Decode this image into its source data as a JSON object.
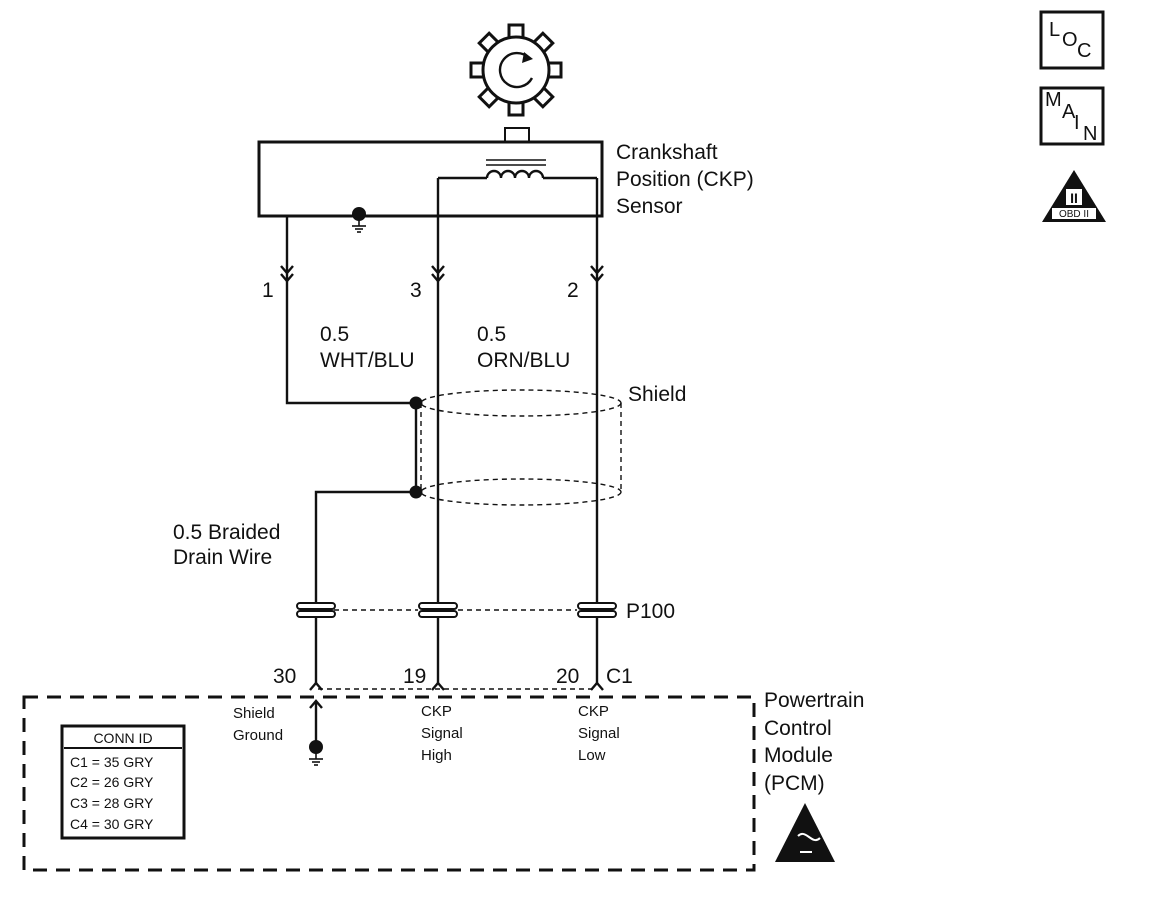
{
  "sensor": {
    "label_lines": [
      "Crankshaft",
      "Position (CKP)",
      "Sensor"
    ]
  },
  "sensor_pins": [
    {
      "number": "1"
    },
    {
      "number": "3"
    },
    {
      "number": "2"
    }
  ],
  "wires": [
    {
      "gauge": "0.5",
      "color": "WHT/BLU"
    },
    {
      "gauge": "0.5",
      "color": "ORN/BLU"
    }
  ],
  "shield": {
    "label": "Shield"
  },
  "drain_wire": {
    "label_lines": [
      "0.5 Braided",
      "Drain Wire"
    ]
  },
  "inline_connector": {
    "label": "P100"
  },
  "pcm": {
    "label_lines": [
      "Powertrain",
      "Control",
      "Module",
      "(PCM)"
    ],
    "connector_label": "C1",
    "pins": [
      {
        "number": "30",
        "desc_lines": [
          "Shield",
          "Ground"
        ]
      },
      {
        "number": "19",
        "desc_lines": [
          "CKP",
          "Signal",
          "High"
        ]
      },
      {
        "number": "20",
        "desc_lines": [
          "CKP",
          "Signal",
          "Low"
        ]
      }
    ]
  },
  "conn_id": {
    "title": "CONN ID",
    "rows": [
      "C1 = 35 GRY",
      "C2 = 26 GRY",
      "C3 = 28 GRY",
      "C4 = 30 GRY"
    ]
  },
  "icons": {
    "loc": [
      "L",
      "O",
      "C"
    ],
    "main": [
      "M",
      "A",
      "I",
      "N"
    ],
    "obd": {
      "numeral": "II",
      "caption": "OBD II"
    }
  }
}
